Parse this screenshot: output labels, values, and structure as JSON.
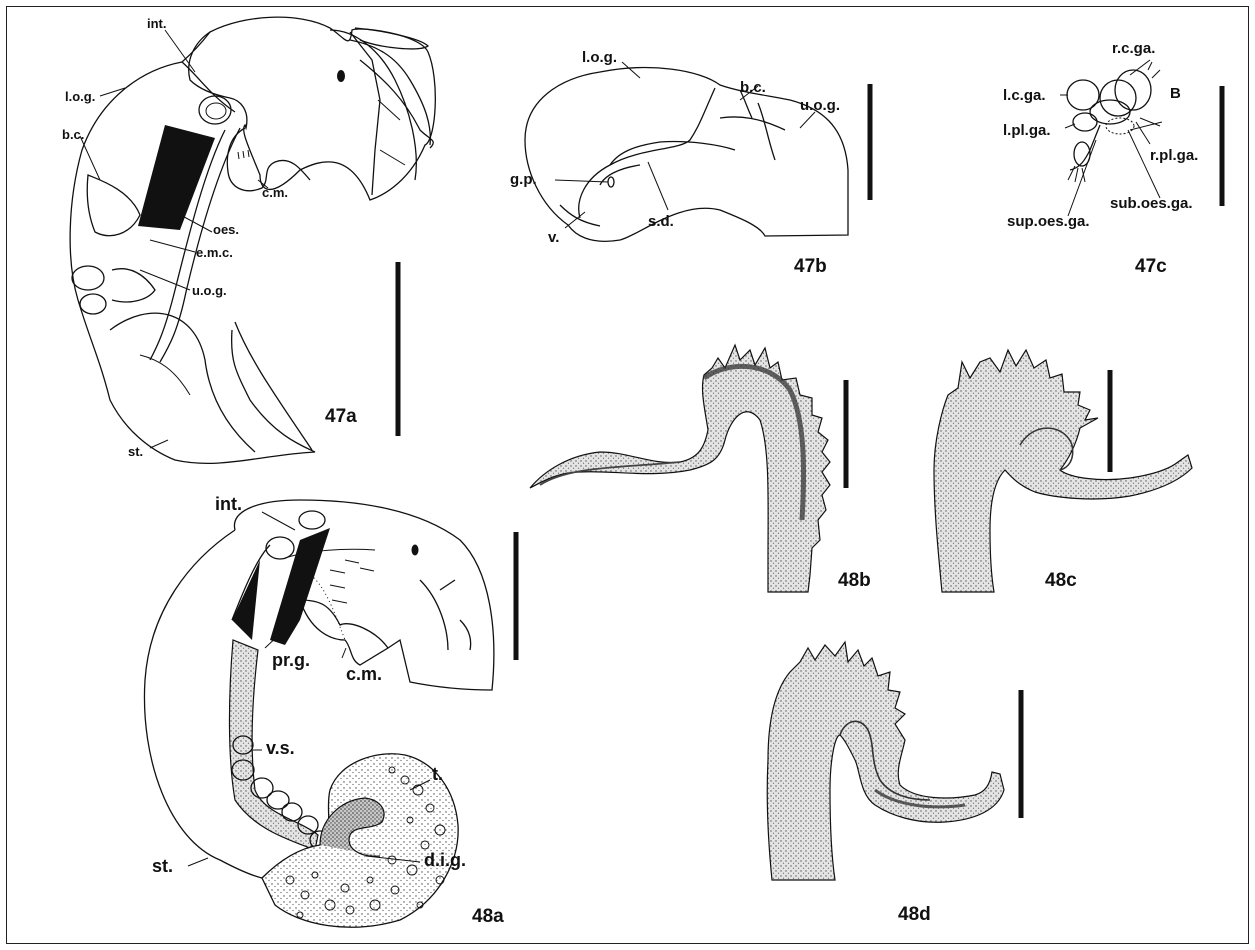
{
  "figures": {
    "f47a": {
      "id": "47a",
      "labels": {
        "int": "int.",
        "log": "l.o.g.",
        "bc": "b.c.",
        "cm": "c.m.",
        "oes": "oes.",
        "emc": "e.m.c.",
        "uog": "u.o.g.",
        "st": "st."
      }
    },
    "f47b": {
      "id": "47b",
      "labels": {
        "log": "l.o.g.",
        "bc": "b.c.",
        "uog": "u.o.g.",
        "gp": "g.p.",
        "sd": "s.d.",
        "v": "v."
      }
    },
    "f47c": {
      "id": "47c",
      "labels": {
        "rcga": "r.c.ga.",
        "B": "B",
        "lcga": "l.c.ga.",
        "lplga": "l.pl.ga.",
        "rplga": "r.pl.ga.",
        "suboesga": "sub.oes.ga.",
        "supoesga": "sup.oes.ga."
      }
    },
    "f48a": {
      "id": "48a",
      "labels": {
        "int": "int.",
        "prg": "pr.g.",
        "cm": "c.m.",
        "vs": "v.s.",
        "t": "t.",
        "dig": "d.i.g.",
        "st": "st."
      }
    },
    "f48b": {
      "id": "48b"
    },
    "f48c": {
      "id": "48c"
    },
    "f48d": {
      "id": "48d"
    }
  }
}
